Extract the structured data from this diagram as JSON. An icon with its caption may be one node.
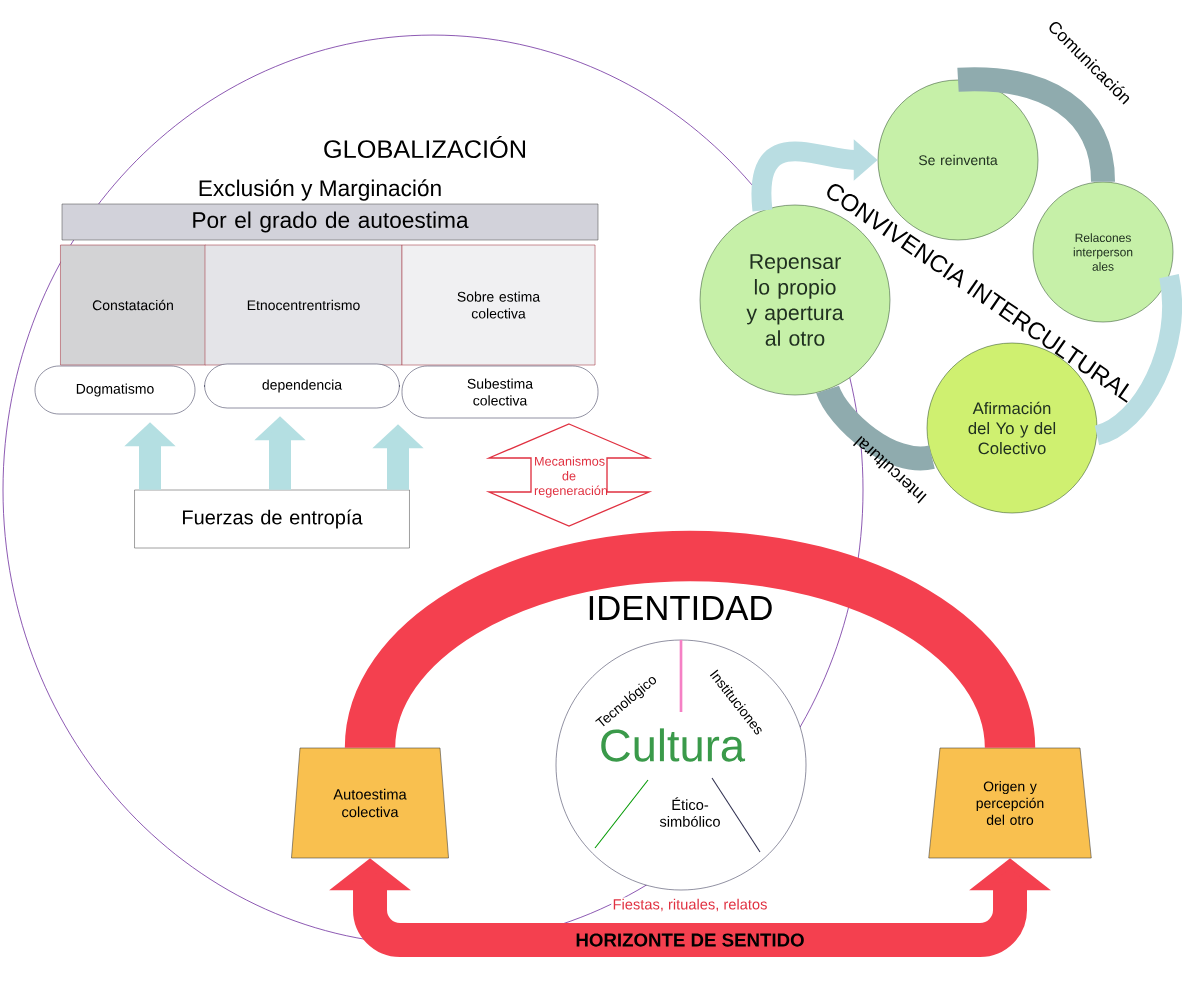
{
  "diagram": {
    "nodes": [
      {
        "text": [
          "Por el grado de autoestima"
        ]
      },
      {
        "text": [
          "Constatación"
        ]
      },
      {
        "text": [
          "Etnocentrentrismo"
        ]
      },
      {
        "text": [
          "Sobre estima colectiva"
        ]
      },
      {
        "text": [
          "Dogmatismo"
        ]
      },
      {
        "text": [
          "dependencia"
        ]
      },
      {
        "text": [
          "Subestima colectiva"
        ]
      },
      {
        "text": [
          "Fuerzas de entropía"
        ]
      },
      {
        "text": [
          "Mecanismos de regeneración"
        ]
      },
      {
        "text": [
          "Cultura",
          "Tecnológico",
          "Instituciones",
          "Ético-simbólico"
        ],
        "beside": [
          "Fiestas, rituales, relatos"
        ]
      },
      {
        "text": [
          "Autoestima colectiva"
        ]
      },
      {
        "text": [
          "Origen y percepción del otro"
        ]
      },
      {
        "text": [
          "Repensar lo propio y apertura al otro"
        ]
      },
      {
        "text": [
          "Se reinventa"
        ]
      },
      {
        "text": [
          "Relacones interperson ales"
        ]
      },
      {
        "text": [
          "Afirmación del Yo y del Colectivo"
        ]
      }
    ],
    "edges": [
      {
        "from": 7,
        "to": 4,
        "arrow": "to",
        "color": "#b4dfe2"
      },
      {
        "from": 7,
        "to": 5,
        "arrow": "to",
        "color": "#b4dfe2"
      },
      {
        "from": 7,
        "to": 6,
        "arrow": "to",
        "color": "#b4dfe2"
      },
      {
        "from": 10,
        "to": 11,
        "arrow": "none",
        "style": "thick",
        "color": "#f4404f"
      },
      {
        "from": 10,
        "to": 11,
        "arrow": "both",
        "color": "#f4404f",
        "label": "HORIZONTE DE SENTIDO"
      },
      {
        "from": 12,
        "to": 13,
        "arrow": "to",
        "color": "#b9dde2"
      },
      {
        "from": 13,
        "to": 14,
        "arrow": "none",
        "color": "#8fabae",
        "label": "Comunicación"
      },
      {
        "from": 14,
        "to": 15,
        "arrow": "none",
        "color": "#b9dde2"
      },
      {
        "from": 15,
        "to": 12,
        "arrow": "none",
        "color": "#8fabae",
        "label": "Intercultural"
      }
    ],
    "labels": [
      "GLOBALIZACIÓN",
      "Exclusión y Marginación",
      "CONVIVENCIA INTERCULTURAL",
      "IDENTIDAD"
    ]
  }
}
